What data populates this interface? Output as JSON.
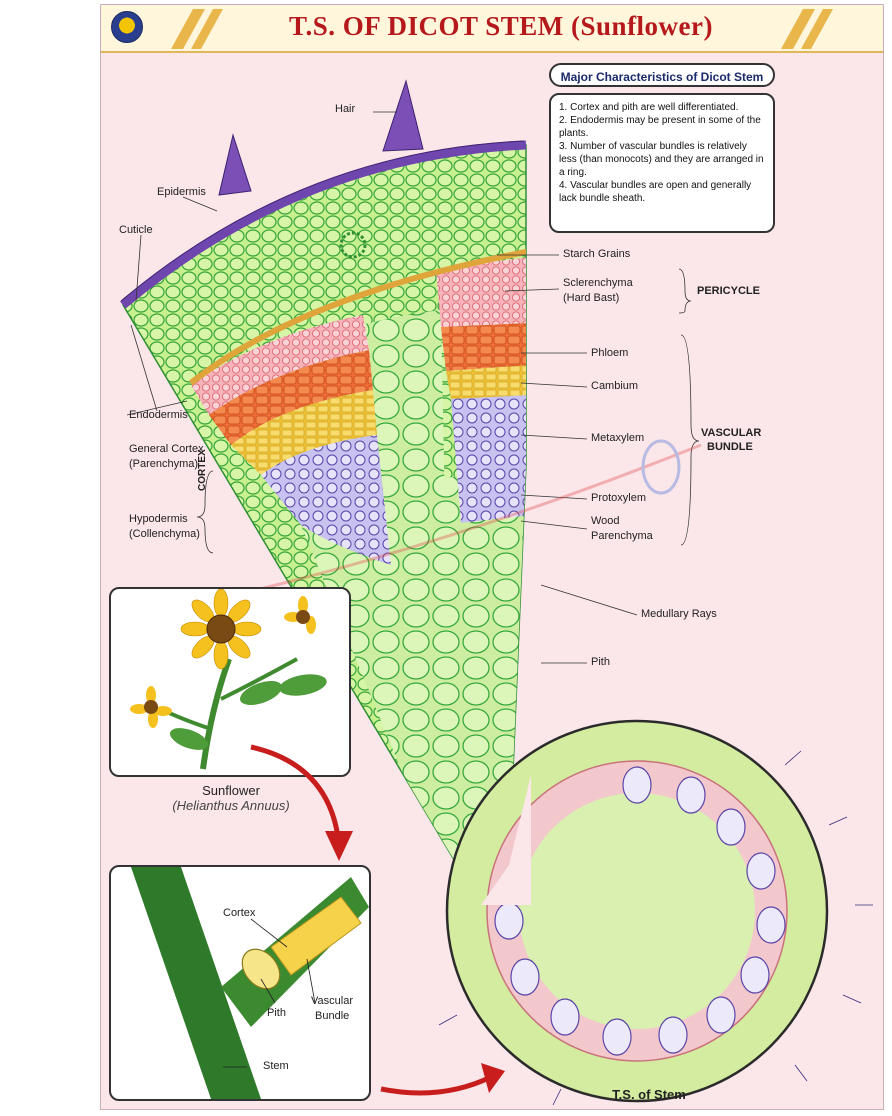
{
  "title": "T.S. OF DICOT STEM (Sunflower)",
  "characteristics": {
    "heading": "Major Characteristics of Dicot Stem",
    "items": [
      "1. Cortex and pith are well differentiated.",
      "2. Endodermis may be present in some of the plants.",
      "3. Number of vascular bundles is relatively less (than monocots) and they are arranged in a ring.",
      "4. Vascular bundles are open and generally lack bundle sheath."
    ]
  },
  "labels": {
    "hair": "Hair",
    "epidermis": "Epidermis",
    "cuticle": "Cuticle",
    "endodermis": "Endodermis",
    "general_cortex": "General Cortex",
    "general_cortex_sub": "(Parenchyma)",
    "hypodermis": "Hypodermis",
    "hypodermis_sub": "(Collenchyma)",
    "cortex_bracket": "CORTEX",
    "starch_grains": "Starch Grains",
    "sclerenchyma": "Sclerenchyma",
    "sclerenchyma_sub": "(Hard Bast)",
    "pericycle": "PERICYCLE",
    "phloem": "Phloem",
    "cambium": "Cambium",
    "metaxylem": "Metaxylem",
    "vascular_bundle_bracket_1": "VASCULAR",
    "vascular_bundle_bracket_2": "BUNDLE",
    "protoxylem": "Protoxylem",
    "wood_parenchyma_1": "Wood",
    "wood_parenchyma_2": "Parenchyma",
    "medullary_rays": "Medullary Rays",
    "pith": "Pith"
  },
  "sunflower": {
    "name": "Sunflower",
    "scientific": "(Helianthus Annuus)"
  },
  "stem_inset": {
    "cortex": "Cortex",
    "pith": "Pith",
    "vascular_bundle_1": "Vascular",
    "vascular_bundle_2": "Bundle",
    "stem": "Stem"
  },
  "ts_caption": "T.S. of Stem",
  "colors": {
    "title_red": "#b5191c",
    "poster_bg": "#fbe6ea",
    "cortex_green": "#c6ef8a",
    "phloem_orange": "#f07a3c",
    "sclerenchyma_pink": "#f2a4ac",
    "cambium_yellow": "#f6d24a",
    "xylem_purple": "#6a4fb3",
    "epidermis_purple": "#7b4fb5"
  }
}
